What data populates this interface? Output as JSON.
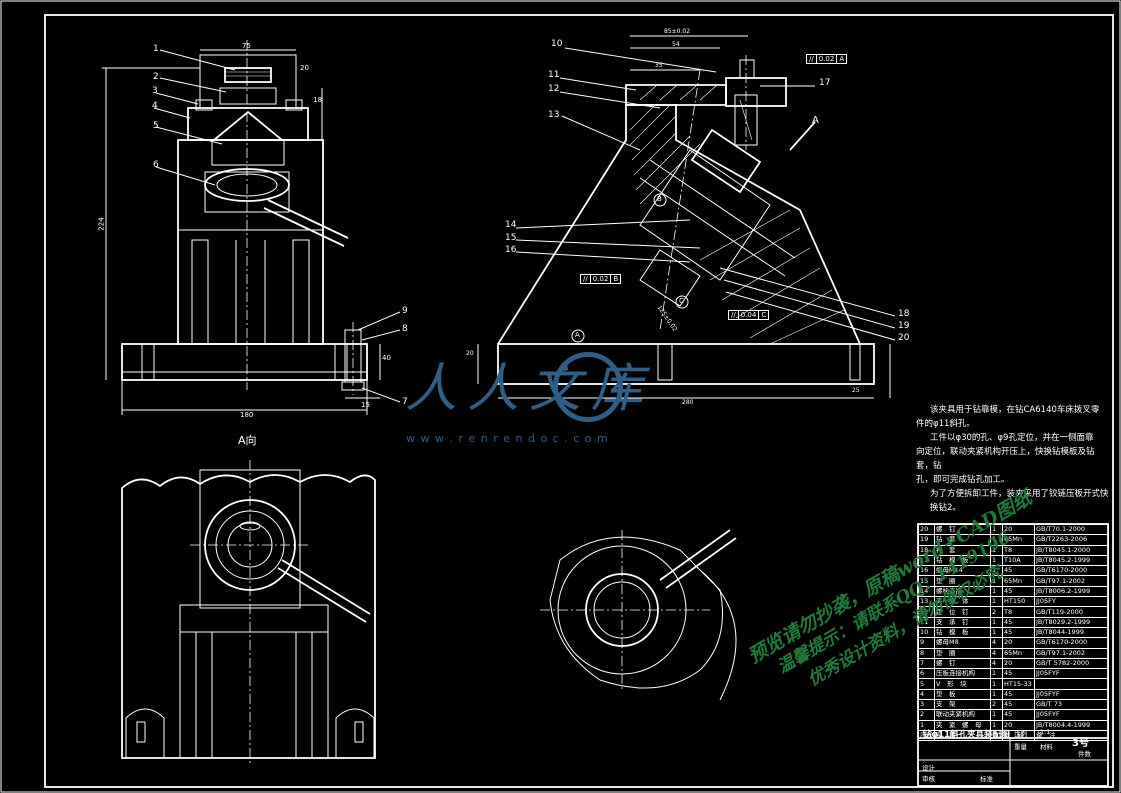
{
  "views": {
    "section_a_label": "A向",
    "view_arrow_label": "A"
  },
  "front_dims": {
    "top_width": "75",
    "right_height": "18",
    "small_width": "20",
    "overall_height": "224",
    "base_width": "180",
    "base_right": "15",
    "base_height": "40"
  },
  "side_dims": {
    "top_total": "85±0.02",
    "top_inner": "54",
    "top_small": "35",
    "base_total": "280",
    "base_thickness": "20",
    "base_side": "25",
    "slant": "125±0.02"
  },
  "balloons_left": [
    "1",
    "2",
    "3",
    "4",
    "5",
    "6"
  ],
  "balloons_left_lower": [
    "9",
    "8",
    "7"
  ],
  "balloons_side_left": [
    "10",
    "11",
    "12",
    "13",
    "14",
    "15",
    "16"
  ],
  "balloons_side_right": [
    "17",
    "18",
    "19",
    "20"
  ],
  "datums": {
    "a": "A",
    "b": "B",
    "c": "C"
  },
  "tolerance_frames": [
    {
      "sym": "//",
      "val": "0.02",
      "ref": "A"
    },
    {
      "sym": "//",
      "val": "0.02",
      "ref": "B"
    },
    {
      "sym": "//",
      "val": "0.04",
      "ref": "C"
    }
  ],
  "notes": [
    "该夹具用于钻靠模，在钻CA6140车床拨叉零",
    "件的φ11斜孔。",
    "工件以φ30的孔、φ9孔定位，并在一侧面靠",
    "向定位，联动夹紧机构开压上，快换钻模板及钻套，钻",
    "孔，即可完成钻孔加工。",
    "为了方便拆卸工件，装夹采用了铰链压板开式快换钻2。"
  ],
  "bom": [
    {
      "no": "20",
      "name": "螺　钉",
      "qty": "1",
      "mat": "20",
      "std": "GB/T70.1-2000"
    },
    {
      "no": "19",
      "name": "钻　套",
      "qty": "1",
      "mat": "65Mn",
      "std": "GB/T2263-2006"
    },
    {
      "no": "18",
      "name": "衬　套",
      "qty": "1",
      "mat": "T8",
      "std": "JB/T8045.1-2000"
    },
    {
      "no": "17",
      "name": "钻　模　板",
      "qty": "1",
      "mat": "T10A",
      "std": "JB/T8045.2-1999"
    },
    {
      "no": "16",
      "name": "螺母M14",
      "qty": "1",
      "mat": "45",
      "std": "GB/T6170-2000"
    },
    {
      "no": "15",
      "name": "垫　圈",
      "qty": "1",
      "mat": "65Mn",
      "std": "GB/T97.1-2002"
    },
    {
      "no": "14",
      "name": "螺栓连接",
      "qty": "1",
      "mat": "45",
      "std": "JB/T8006.2-1999"
    },
    {
      "no": "13",
      "name": "夹　具　体",
      "qty": "1",
      "mat": "HT150",
      "std": "JJ05FY"
    },
    {
      "no": "12",
      "name": "定　位　钉",
      "qty": "2",
      "mat": "T8",
      "std": "GB/T119-2000"
    },
    {
      "no": "11",
      "name": "支　承　钉",
      "qty": "1",
      "mat": "45",
      "std": "JB/T8029.2-1999"
    },
    {
      "no": "10",
      "name": "钻　模　板",
      "qty": "1",
      "mat": "45",
      "std": "JB/T8044-1999"
    },
    {
      "no": "9",
      "name": "螺母M8",
      "qty": "4",
      "mat": "20",
      "std": "GB/T6170-2000"
    },
    {
      "no": "8",
      "name": "垫　圈",
      "qty": "4",
      "mat": "65Mn",
      "std": "GB/T97.1-2002"
    },
    {
      "no": "7",
      "name": "螺　钉",
      "qty": "4",
      "mat": "20",
      "std": "GB/T 5782-2000"
    },
    {
      "no": "6",
      "name": "压板连接机构",
      "qty": "1",
      "mat": "45",
      "std": "JJ05FYF"
    },
    {
      "no": "5",
      "name": "V　形　块",
      "qty": "1",
      "mat": "HT15-33",
      "std": ""
    },
    {
      "no": "4",
      "name": "垫　板",
      "qty": "1",
      "mat": "45",
      "std": "JJ05FYF"
    },
    {
      "no": "3",
      "name": "支　架",
      "qty": "2",
      "mat": "45",
      "std": "GB/T 73"
    },
    {
      "no": "2",
      "name": "联动夹紧机构",
      "qty": "1",
      "mat": "45",
      "std": "JJ05FYF"
    },
    {
      "no": "1",
      "name": "夹　紧　螺　母",
      "qty": "1",
      "mat": "20",
      "std": "JB/T8004.4-1999"
    }
  ],
  "bom_header": {
    "no": "序号",
    "name": "名　称",
    "qty": "数量",
    "mat": "材　料",
    "std": "备　注"
  },
  "title_block": {
    "title": "钻φ11斜孔夹具装配图",
    "scale_label": "比例",
    "scale": "1:1",
    "sheet": "3号",
    "drawn": "设计",
    "checked": "审核",
    "approved": "标准",
    "weight": "重量",
    "material": "材料",
    "pieces": "件数"
  },
  "watermark": {
    "logo_text": "人人文库",
    "url": "w w w . r e n r e n d o c . c o m",
    "line1": "预览请勿抄袭，原稿word+CAD图纸",
    "line2": "温馨提示：请联系QQ：1419196",
    "line3": "优秀设计资料，请勿侵权必究",
    "line4": "请联系QQ"
  }
}
